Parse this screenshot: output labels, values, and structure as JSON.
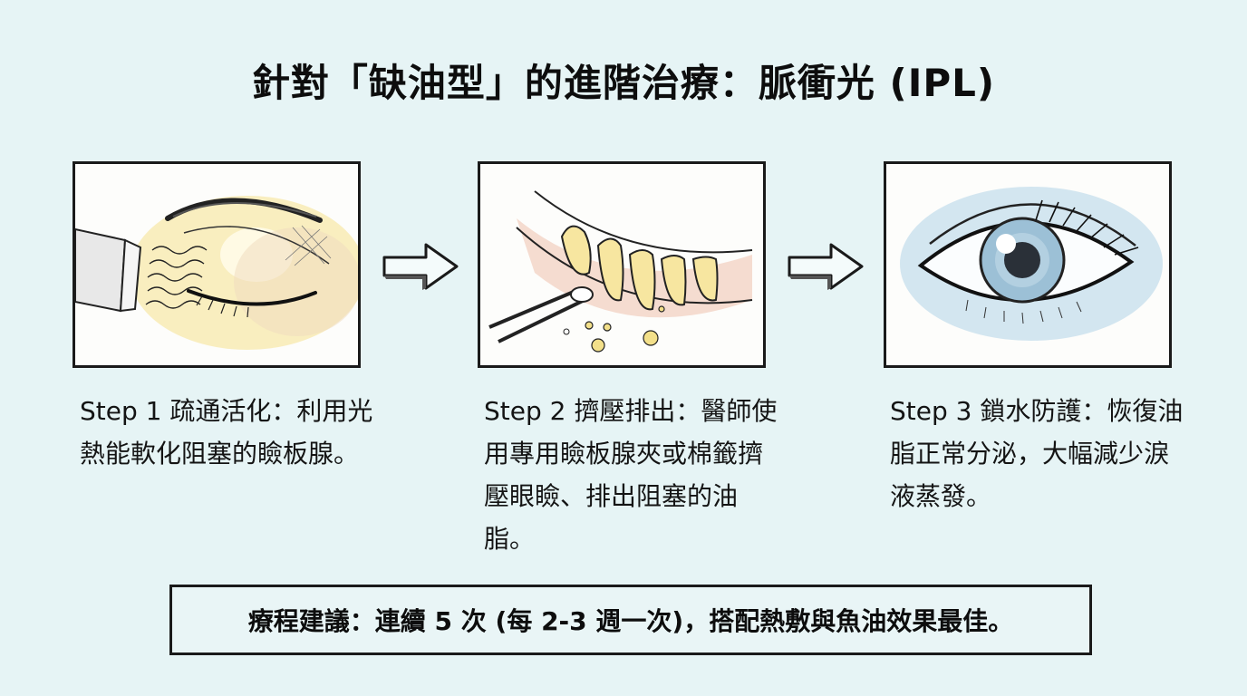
{
  "title": "針對「缺油型」的進階治療：脈衝光 (IPL)",
  "steps": [
    {
      "label": "Step 1 疏通活化：利用光熱能軟化阻塞的瞼板腺。",
      "illustration": "closed-eye-with-ipl-device-heat-waves",
      "tint": "#f6e7a8"
    },
    {
      "label": "Step 2 擠壓排出：醫師使用專用瞼板腺夾或棉籤擠壓眼瞼、排出阻塞的油脂。",
      "illustration": "meibomian-gland-expression-with-forceps",
      "tint": "#f3d6c8"
    },
    {
      "label": "Step 3 鎖水防護：恢復油脂正常分泌，大幅減少淚液蒸發。",
      "illustration": "healthy-open-eye",
      "tint": "#bcd9ea"
    }
  ],
  "arrows": [
    "right-arrow-icon",
    "right-arrow-icon"
  ],
  "note": "療程建議：連續 5 次 (每 2-3 週一次)，搭配熱敷與魚油效果最佳。",
  "colors": {
    "background": "#e6f4f5",
    "border": "#1a1a1a",
    "warm_tint": "#f6e7a8",
    "cool_tint": "#bcd9ea"
  }
}
